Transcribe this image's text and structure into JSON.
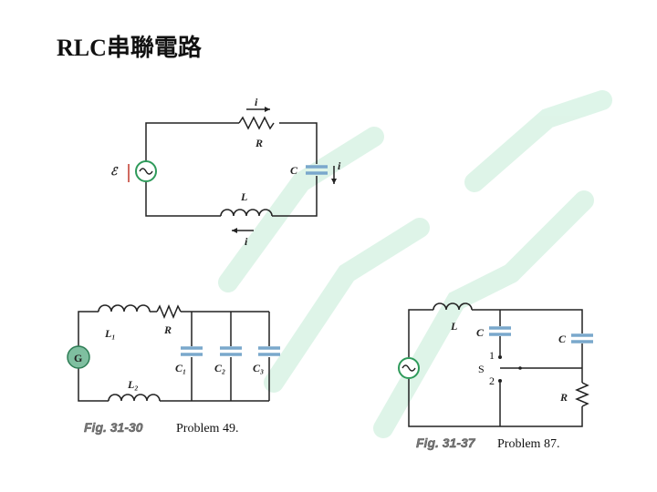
{
  "title": "RLC串聯電路",
  "colors": {
    "wire": "#222222",
    "capacitor": "#7aa8cc",
    "source": "#2e9a5a",
    "gauge": "#7fbfa0",
    "watermark": "#c9ecd9"
  },
  "figure1": {
    "current_top": "i",
    "resistor": "R",
    "capacitor": "C",
    "current_right": "i",
    "inductor": "L",
    "current_bottom": "i",
    "emf": "ℰ"
  },
  "figure2": {
    "inductor1": "L₁",
    "resistor": "R",
    "cap1": "C₁",
    "cap2": "C₂",
    "cap3": "C₃",
    "inductor2": "L₂",
    "generator": "G",
    "fig_label": "Fig. 31-30",
    "problem": "Problem 49."
  },
  "figure3": {
    "inductor": "L",
    "cap_left": "C",
    "cap_right": "C",
    "pos1": "1",
    "switch": "S",
    "pos2": "2",
    "resistor": "R",
    "fig_label": "Fig. 31-37",
    "problem": "Problem 87."
  }
}
